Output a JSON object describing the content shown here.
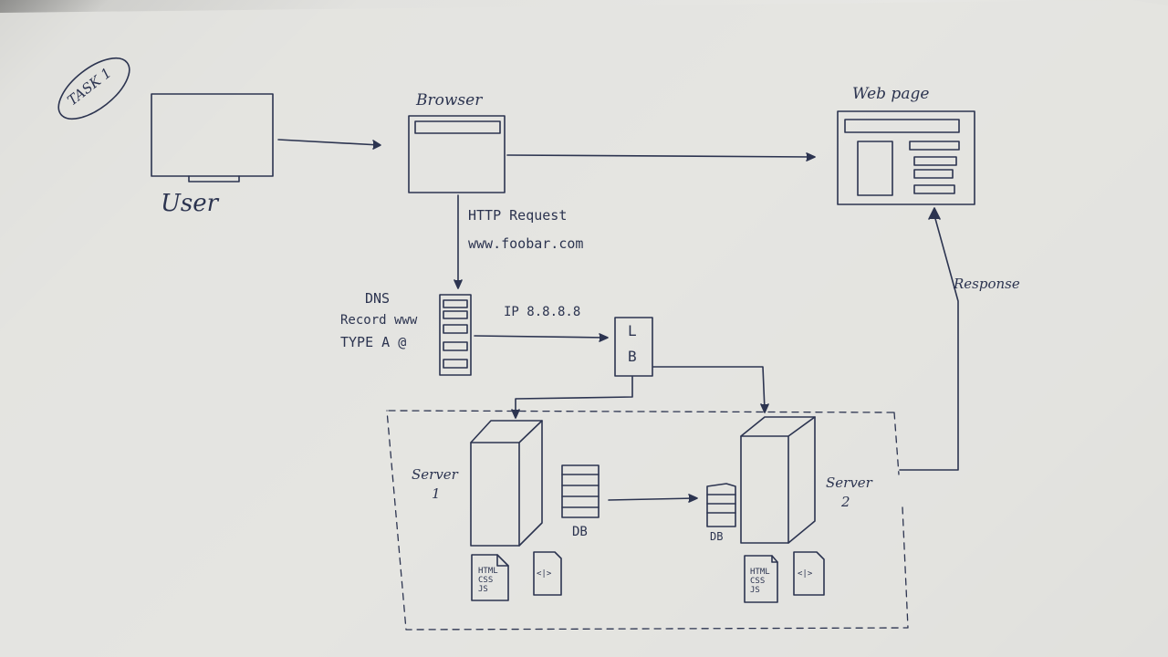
{
  "labels": {
    "task": "TASK 1",
    "user": "User",
    "browser": "Browser",
    "webpage": "Web page",
    "http_request": "HTTP Request",
    "url": "www.foobar.com",
    "dns": "DNS",
    "record": "Record www",
    "type": "TYPE A @",
    "ip": "IP 8.8.8.8",
    "lb_top": "L",
    "lb_bottom": "B",
    "server1_a": "Server",
    "server1_b": "1",
    "server2_a": "Server",
    "server2_b": "2",
    "db1": "DB",
    "db2": "DB",
    "response": "Response",
    "file1": "HTML\nCSS\nJS",
    "file2": "<|>",
    "file3": "HTML\nCSS\nJS",
    "file4": "<|>"
  },
  "colors": {
    "ink": "#2c3450",
    "paper": "#e4e4e1"
  }
}
